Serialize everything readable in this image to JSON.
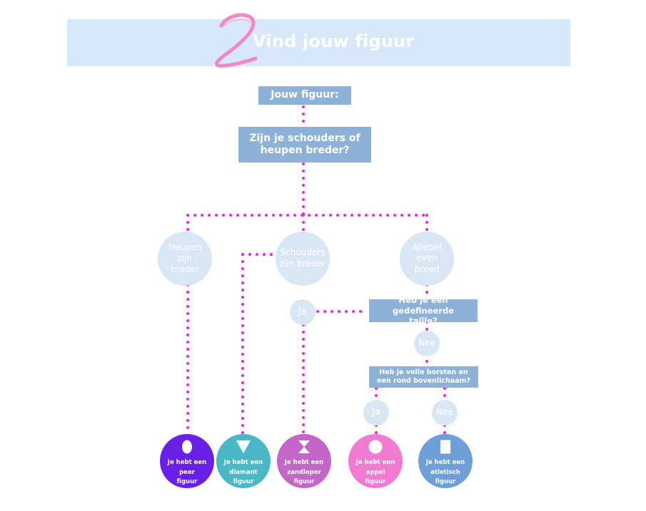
{
  "header": {
    "step_number": "2",
    "title": "Vind jouw figuur"
  },
  "colors": {
    "header_bg": "#d6e8fa",
    "box": "#8eb1d8",
    "bubble": "#d9e6f4",
    "connector": "#ee22ee",
    "step_number": "#ee88c8"
  },
  "diagram": {
    "root": "Jouw figuur:",
    "question1": "Zijn je schouders of heupen breder?",
    "options": {
      "hips": "Heupen zijn breder",
      "shoulders": "Schouders zijn breder",
      "both": "Allebei even breed"
    },
    "question2": "Heb je een gedefineerde taille?",
    "question2_yes": "Ja",
    "question2_no": "Nee",
    "question3": "Heb je volle borsten en een rond bovenlichaam?",
    "question3_yes": "Ja",
    "question3_no": "Nee"
  },
  "results": [
    {
      "text": "Je hebt een peer figuur",
      "line1": "Je hebt een",
      "line2": "peer",
      "line3": "figuur",
      "color": "#6a1fe8",
      "shape": "oval-icon"
    },
    {
      "text": "Je hebt een diamant figuur",
      "line1": "Je hebt een",
      "line2": "diamant",
      "line3": "figuur",
      "color": "#4ab8c6",
      "shape": "triangle-icon"
    },
    {
      "text": "Je hebt een zandloper figuur",
      "line1": "Je hebt een",
      "line2": "zandloper",
      "line3": "figuur",
      "color": "#c266c8",
      "shape": "hourglass-icon"
    },
    {
      "text": "Je hebt een appel figuur",
      "line1": "Je hebt een",
      "line2": "appel",
      "line3": "figuur",
      "color": "#f27ad0",
      "shape": "circle-icon"
    },
    {
      "text": "Je hebt een atletisch figuur",
      "line1": "Je hebt een",
      "line2": "atletisch",
      "line3": "figuur",
      "color": "#6f9fd8",
      "shape": "rectangle-icon"
    }
  ]
}
